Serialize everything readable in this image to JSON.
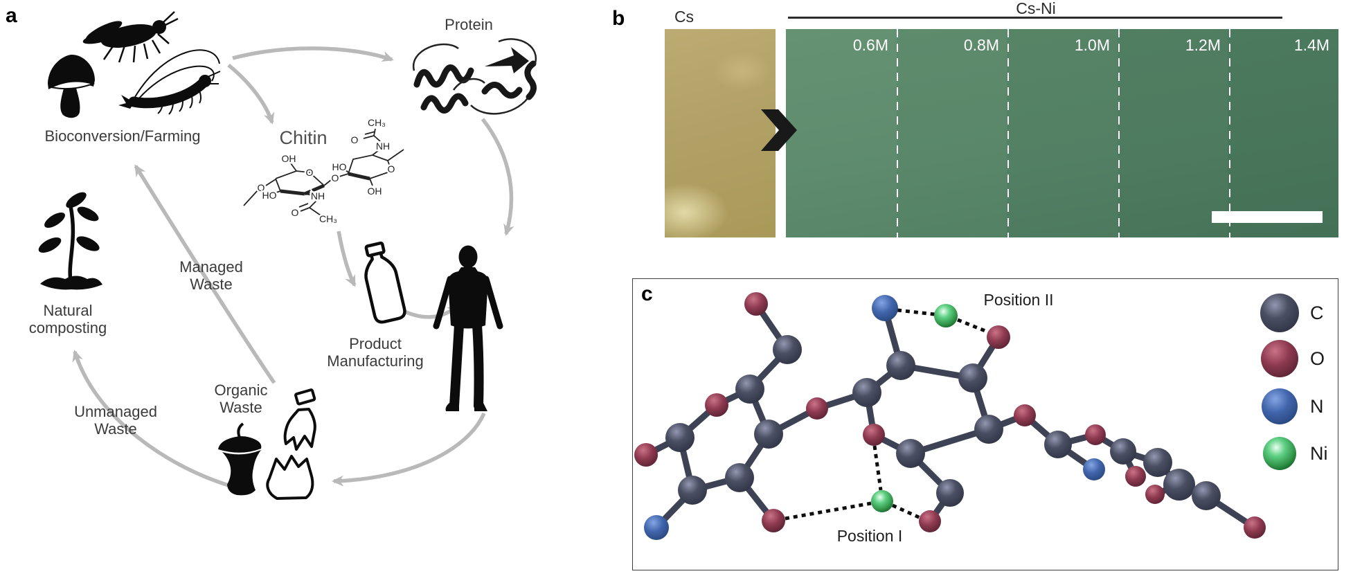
{
  "panel_a": {
    "label": "a",
    "bioconversion_label": "Bioconversion/Farming",
    "protein_label": "Protein",
    "chitin_label": "Chitin",
    "product_manufacturing": {
      "line1": "Product",
      "line2": "Manufacturing"
    },
    "natural_composting": {
      "line1": "Natural",
      "line2": "composting"
    },
    "managed_waste": {
      "line1": "Managed",
      "line2": "Waste"
    },
    "unmanaged_waste": {
      "line1": "Unmanaged",
      "line2": "Waste"
    },
    "organic_waste": {
      "line1": "Organic",
      "line2": "Waste"
    },
    "chem_labels": [
      "OH",
      "O",
      "O",
      "HO",
      "NH",
      "O",
      "CH₃",
      "O",
      "HO",
      "CH₃",
      "O",
      "NH",
      "O",
      "OH"
    ],
    "icons": [
      "mushroom-icon",
      "fly-icon",
      "shrimp-icon",
      "plant-icon",
      "human-icon",
      "bottle-icon",
      "apple-core-icon",
      "torn-bottle-icon",
      "protein-ribbon-icon"
    ],
    "arrow_color": "#b9b9b9"
  },
  "panel_b": {
    "label": "b",
    "cs_label": "Cs",
    "cs_ni_label": "Cs-Ni",
    "concentrations": [
      "0.6M",
      "0.8M",
      "1.0M",
      "1.2M",
      "1.4M"
    ],
    "colors": {
      "cs_film": "#b2a166",
      "cs_ni_film_left": "#5f8c6e",
      "cs_ni_film_right": "#48755a",
      "divider": "#ffffff",
      "scale_bar": "#ffffff",
      "transform_arrow": "#191919"
    }
  },
  "panel_c": {
    "label": "c",
    "position_i": "Position I",
    "position_ii": "Position II",
    "legend": [
      {
        "symbol": "C",
        "color": "#4b4f63"
      },
      {
        "symbol": "O",
        "color": "#9a4156"
      },
      {
        "symbol": "N",
        "color": "#4165ab"
      },
      {
        "symbol": "Ni",
        "color": "#2f9247"
      }
    ]
  }
}
